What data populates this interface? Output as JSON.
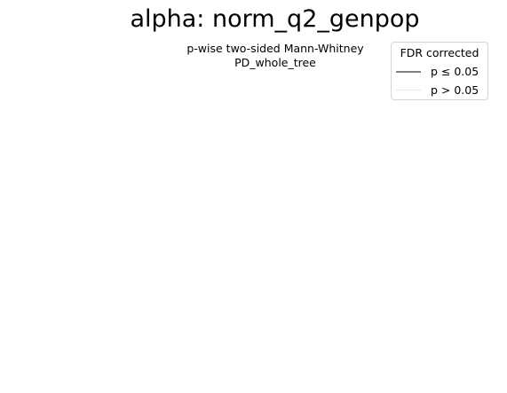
{
  "chart_data": {
    "type": "line",
    "title": "alpha: norm_q2_genpop",
    "subtitle_lines": [
      "p-wise two-sided Mann-Whitney",
      "PD_whole_tree"
    ],
    "xlabel": "",
    "ylabel": "",
    "grid": false,
    "axes_visible": false,
    "legend": {
      "title": "FDR corrected",
      "placement": "top-right",
      "entries": [
        {
          "label": "p ≤ 0.05",
          "color": "#808080",
          "line_width": 2
        },
        {
          "label": "p > 0.05",
          "color": "#e8e8e8",
          "line_width": 1
        }
      ]
    },
    "series": []
  }
}
